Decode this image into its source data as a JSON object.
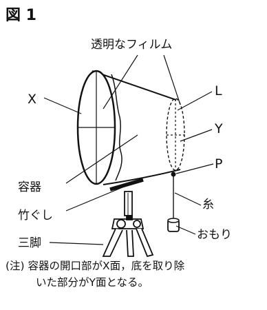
{
  "figure": {
    "title": "図 1",
    "labels": {
      "film": "透明なフィルム",
      "x": "X",
      "l": "L",
      "y": "Y",
      "p": "P",
      "container": "容器",
      "thread": "糸",
      "skewer": "竹ぐし",
      "weight": "おもり",
      "tripod": "三脚"
    },
    "note": {
      "line1": "(注) 容器の開口部がX面，底を取り除",
      "line2": "いた部分がY面となる。"
    }
  }
}
